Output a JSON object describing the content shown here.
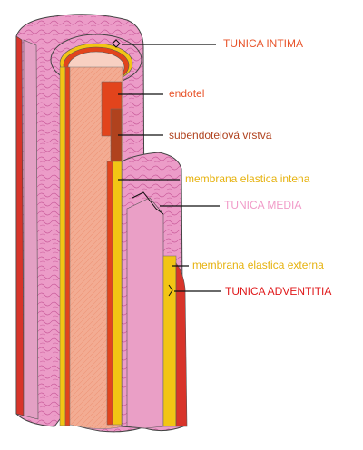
{
  "labels": {
    "tunica_intima": "TUNICA INTIMA",
    "endotel": "endotel",
    "subendotelova_vrstva": "subendotelová vrstva",
    "membrana_elastica_intena": "membrana elastica intena",
    "tunica_media": "TUNICA MEDIA",
    "membrana_elastica_externa": "membrana elastica externa",
    "tunica_adventitia": "TUNICA ADVENTITIA"
  },
  "colors": {
    "tunica_intima": "#e8542b",
    "endotel": "#e8542b",
    "subendotelova_vrstva": "#b0421e",
    "membrana_elastica_intena": "#e6b20e",
    "tunica_media": "#f19ac8",
    "membrana_elastica_externa": "#e6b20e",
    "tunica_adventitia": "#e0191b",
    "media_tissue": "#e98ec0",
    "lumen": "#f5b6a0",
    "endothelium": "#e2441c",
    "elastic": "#f2c514",
    "adventitia_tissue": "#d8342a",
    "outline": "#333333",
    "leader_line": "#111111"
  }
}
